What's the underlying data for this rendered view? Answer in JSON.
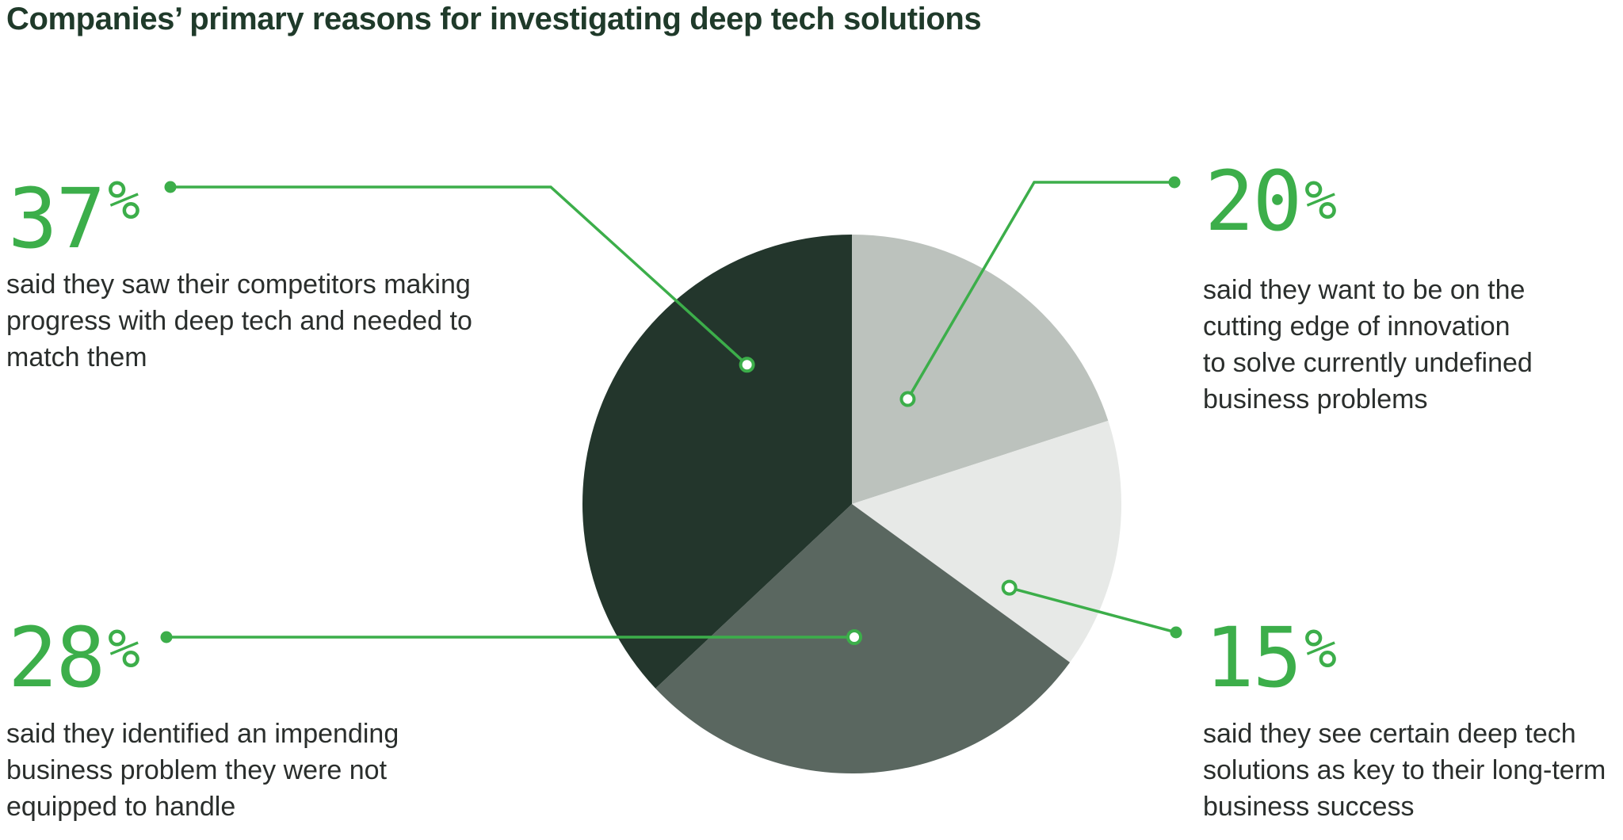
{
  "title": "Companies’ primary reasons for investigating deep tech solutions",
  "colors": {
    "accent": "#3cae4a",
    "leader_line": "#3cae4a"
  },
  "chart_data": {
    "type": "pie",
    "title": "Companies’ primary reasons for investigating deep tech solutions",
    "unit": "%",
    "slices": [
      {
        "key": "s20",
        "value": 20,
        "label": "20",
        "color": "#bcc2bd",
        "description": "said they want to be on the\ncutting edge of innovation\nto solve currently undefined\nbusiness problems"
      },
      {
        "key": "s15",
        "value": 15,
        "label": "15",
        "color": "#e7e9e7",
        "description": "said they see certain deep tech\nsolutions as key to their long-term\nbusiness success"
      },
      {
        "key": "s28",
        "value": 28,
        "label": "28",
        "color": "#5a6760",
        "description": "said they identified an impending\nbusiness problem they were not\nequipped to handle"
      },
      {
        "key": "s37",
        "value": 37,
        "label": "37",
        "color": "#23362c",
        "description": "said they saw their competitors making\nprogress with deep tech and needed to\nmatch them"
      }
    ]
  }
}
